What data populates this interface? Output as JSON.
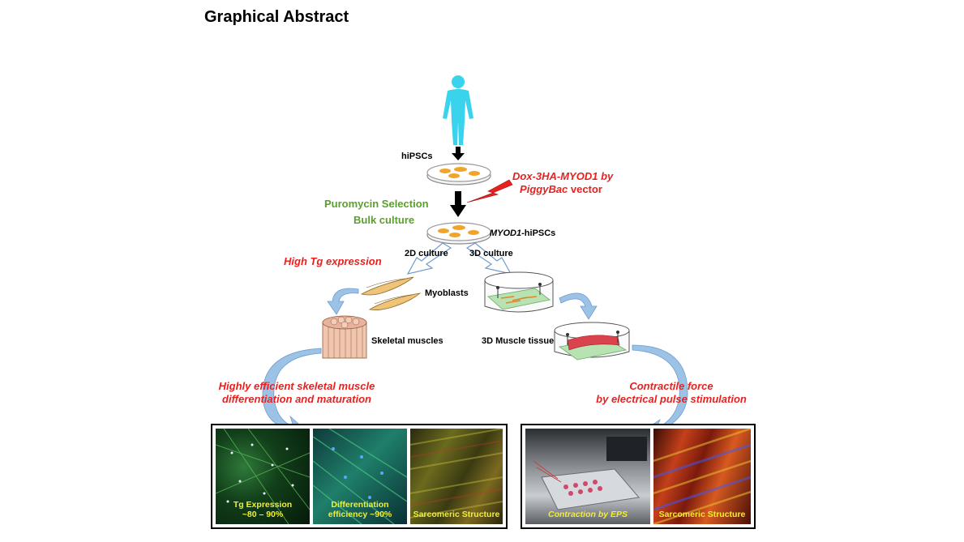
{
  "title": "Graphical Abstract",
  "labels": {
    "hipscs": "hiPSCs",
    "vector_line1": "Dox-3HA-MYOD1 by",
    "vector_line2_italic": "PiggyBac",
    "vector_line2_rest": " vector",
    "puromycin": "Puromycin Selection",
    "bulk": "Bulk culture",
    "myod1_italic": "MYOD1",
    "myod1_rest": "-hiPSCs",
    "culture_2d": "2D culture",
    "culture_3d": "3D culture",
    "high_tg": "High Tg expression",
    "myoblasts": "Myoblasts",
    "skeletal_muscles": "Skeletal muscles",
    "muscle_tissue_3d": "3D Muscle tissue",
    "highly_line1": "Highly efficient skeletal muscle",
    "highly_line2": "differentiation and maturation",
    "contractile_line1": "Contractile force",
    "contractile_line2": "by electrical pulse stimulation"
  },
  "left_panel": {
    "images": [
      {
        "caption_line1": "Tg Expression",
        "caption_line2": "~80 – 90%"
      },
      {
        "caption_line1": "Differentiation",
        "caption_line2": "efficiency ~90%"
      },
      {
        "caption_line1": "Sarcomeric Structure",
        "caption_line2": ""
      }
    ]
  },
  "right_panel": {
    "images": [
      {
        "caption_line1": "Contraction by EPS",
        "caption_line2": ""
      },
      {
        "caption_line1": "Sarcomeric Structure",
        "caption_line2": ""
      }
    ]
  },
  "colors": {
    "accent_red": "#e8211f",
    "accent_green": "#5aa02c",
    "human_cyan": "#3ad3ee",
    "arrow_blue": "#9cc3e5",
    "caption_yellow": "#f2ef2f"
  }
}
